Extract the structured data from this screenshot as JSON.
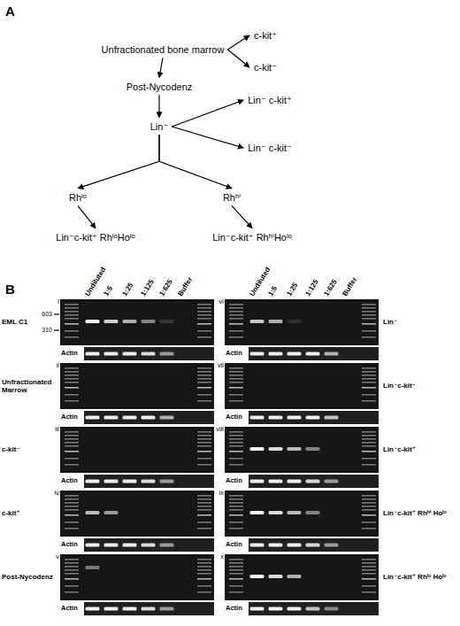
{
  "diagram": {
    "nodes": [
      {
        "text": [
          "Unfractionated bone marrow"
        ]
      },
      {
        "text": [
          "c-kit⁺"
        ]
      },
      {
        "text": [
          "c-kit⁻"
        ]
      },
      {
        "text": [
          "Post-Nycodenz"
        ]
      },
      {
        "text": [
          "Lin⁻"
        ]
      },
      {
        "text": [
          "Lin⁻ c-kit⁺"
        ]
      },
      {
        "text": [
          "Lin⁻ c-kit⁻"
        ]
      },
      {
        "text": [
          "Rhˡᵒ"
        ]
      },
      {
        "text": [
          "Rhʰⁱ"
        ]
      },
      {
        "text": [
          "Lin⁻c-kit⁺ RhˡᵒHoˡᵒ"
        ]
      },
      {
        "text": [
          "Lin⁻c-kit⁺ RhʰⁱHoˡᵒ"
        ]
      }
    ],
    "edges": [
      {
        "from": 0,
        "to": 1,
        "arrow": "to"
      },
      {
        "from": 0,
        "to": 2,
        "arrow": "to"
      },
      {
        "from": 0,
        "to": 3,
        "arrow": "to"
      },
      {
        "from": 3,
        "to": 4,
        "arrow": "to"
      },
      {
        "from": 4,
        "to": 5,
        "arrow": "to"
      },
      {
        "from": 4,
        "to": 6,
        "arrow": "to"
      },
      {
        "from": 4,
        "to": 7,
        "arrow": "to"
      },
      {
        "from": 4,
        "to": 8,
        "arrow": "to"
      },
      {
        "from": 7,
        "to": 9,
        "arrow": "to"
      },
      {
        "from": 8,
        "to": 10,
        "arrow": "to"
      }
    ],
    "labels": [
      "A",
      "B",
      "Undiluted",
      "1:5",
      "1:25",
      "1:125",
      "1:625",
      "Buffer",
      "Undiluted",
      "1:5",
      "1:25",
      "1:125",
      "1:625",
      "Buffer",
      "603",
      "310",
      "i",
      "ii",
      "iii",
      "iv",
      "v",
      "vi",
      "vii",
      "viii",
      "ix",
      "x",
      "EML C1",
      "Actin",
      "Unfractionated Marrow",
      "Actin",
      "c-kit⁻",
      "Actin",
      "c-kit⁺",
      "Actin",
      "Post-Nycodenz",
      "Actin",
      "Lin⁻",
      "Actin",
      "Lin⁻c-kit⁻",
      "Actin",
      "Lin⁻c-kit⁺",
      "Actin",
      "Lin⁻c-kit⁺ Rhʰⁱ Hoˡᵒ",
      "Actin",
      "Lin⁻c-kit⁺ Rhˡᵒ Hoˡᵒ",
      "Actin"
    ]
  }
}
